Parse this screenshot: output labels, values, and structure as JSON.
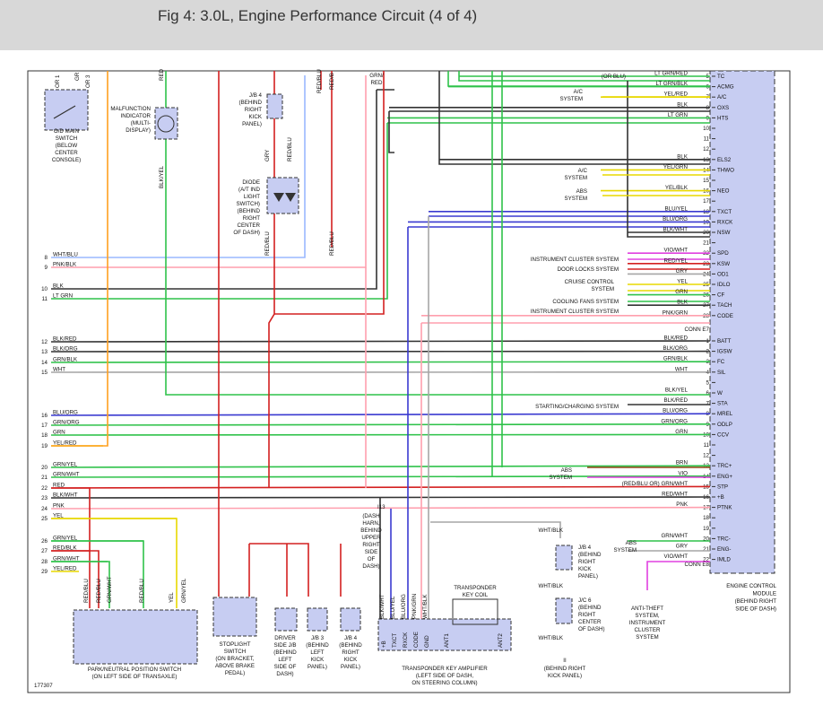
{
  "title": "Fig 4: 3.0L, Engine Performance Circuit (4 of 4)",
  "figure_number": "177307",
  "colors": {
    "title_bar": "#d8d8d8",
    "ecm_fill": "#c7cdf2",
    "wire_black": "#333333",
    "wire_green": "#2fc24a",
    "wire_yellow": "#e8d800",
    "wire_red": "#d42020",
    "wire_blue": "#3a3ad0",
    "wire_brown": "#8b4513",
    "wire_pink": "#ff9fae",
    "wire_violet": "#e040e0",
    "wire_orange": "#ffa020",
    "wire_gray": "#a6a6a6",
    "wire_lightblue": "#9ab8ff"
  },
  "ecm": {
    "label": "ENGINE CONTROL MODULE (BEHIND RIGHT SIDE OF DASH)",
    "connector_e7": "CONN E7",
    "connector_e8": "CONN E8",
    "pins_top": [
      {
        "pin": "5",
        "color": "LT GRN/RED",
        "signal": "TC"
      },
      {
        "pin": "6",
        "color": "LT GRN/BLK",
        "signal": "ACMG"
      },
      {
        "pin": "7",
        "color": "YEL/RED",
        "signal": "A/C"
      },
      {
        "pin": "8",
        "color": "BLK",
        "signal": "OXS"
      },
      {
        "pin": "9",
        "color": "LT GRN",
        "signal": "HTS"
      },
      {
        "pin": "10",
        "color": "",
        "signal": ""
      },
      {
        "pin": "11",
        "color": "",
        "signal": ""
      },
      {
        "pin": "12",
        "color": "",
        "signal": ""
      },
      {
        "pin": "13",
        "color": "BLK",
        "signal": "ELS2"
      },
      {
        "pin": "14",
        "color": "YEL/GRN",
        "signal": "THWO"
      },
      {
        "pin": "15",
        "color": "",
        "signal": ""
      },
      {
        "pin": "16",
        "color": "YEL/BLK",
        "signal": "NEO"
      },
      {
        "pin": "17",
        "color": "",
        "signal": ""
      },
      {
        "pin": "18",
        "color": "BLU/YEL",
        "signal": "TXCT"
      },
      {
        "pin": "19",
        "color": "BLU/ORG",
        "signal": "RXCK"
      },
      {
        "pin": "20",
        "color": "BLK/WHT",
        "signal": "NSW"
      },
      {
        "pin": "21",
        "color": "",
        "signal": ""
      },
      {
        "pin": "22",
        "color": "VIO/WHT",
        "signal": "SPD"
      },
      {
        "pin": "23",
        "color": "RED/YEL",
        "signal": "KSW"
      },
      {
        "pin": "24",
        "color": "GRY",
        "signal": "OD1"
      },
      {
        "pin": "25",
        "color": "YEL",
        "signal": "IDLO"
      },
      {
        "pin": "26",
        "color": "GRN",
        "signal": "CF"
      },
      {
        "pin": "27",
        "color": "BLK",
        "signal": "TACH"
      },
      {
        "pin": "28",
        "color": "PNK/GRN",
        "signal": "CODE"
      }
    ],
    "pins_e7": [
      {
        "pin": "1",
        "color": "BLK/RED",
        "signal": "BATT"
      },
      {
        "pin": "2",
        "color": "BLK/ORG",
        "signal": "IGSW"
      },
      {
        "pin": "3",
        "color": "GRN/BLK",
        "signal": "FC"
      },
      {
        "pin": "4",
        "color": "WHT",
        "signal": "SIL"
      },
      {
        "pin": "5",
        "color": "",
        "signal": ""
      },
      {
        "pin": "6",
        "color": "BLK/YEL",
        "signal": "W"
      },
      {
        "pin": "7",
        "color": "BLK/RED",
        "signal": "STA"
      },
      {
        "pin": "8",
        "color": "BLU/ORG",
        "signal": "MREL"
      },
      {
        "pin": "9",
        "color": "GRN/ORG",
        "signal": "ODLP"
      },
      {
        "pin": "10",
        "color": "GRN",
        "signal": "CCV"
      },
      {
        "pin": "11",
        "color": "",
        "signal": ""
      },
      {
        "pin": "12",
        "color": "",
        "signal": ""
      },
      {
        "pin": "13",
        "color": "BRN",
        "signal": "TRC+"
      },
      {
        "pin": "14",
        "color": "VIO",
        "signal": "ENG+"
      },
      {
        "pin": "15",
        "color": "(RED/BLU OR) GRN/WHT",
        "signal": "STP"
      },
      {
        "pin": "16",
        "color": "RED/WHT",
        "signal": "+B"
      },
      {
        "pin": "17",
        "color": "PNK",
        "signal": "PTNK"
      },
      {
        "pin": "18",
        "color": "",
        "signal": ""
      },
      {
        "pin": "19",
        "color": "",
        "signal": ""
      },
      {
        "pin": "20",
        "color": "GRN/WHT",
        "signal": "TRC-"
      },
      {
        "pin": "21",
        "color": "GRY",
        "signal": "ENG-"
      },
      {
        "pin": "22",
        "color": "VIO/WHT",
        "signal": "IMLD"
      }
    ]
  },
  "right_systems": {
    "or_blu": "(OR BLU)",
    "ac_system": "A/C SYSTEM",
    "ac_system2": "A/C SYSTEM",
    "abs_system": "ABS SYSTEM",
    "instrument_cluster_1": "INSTRUMENT CLUSTER SYSTEM",
    "door_locks": "DOOR LOCKS SYSTEM",
    "cruise_control": "CRUISE CONTROL SYSTEM",
    "cooling_fans": "COOLING FANS SYSTEM",
    "instrument_cluster_2": "INSTRUMENT CLUSTER SYSTEM",
    "starting_charging": "STARTING/CHARGING SYSTEM",
    "abs_system_2": "ABS SYSTEM",
    "abs_system_3": "ABS SYSTEM",
    "anti_theft": "ANTI-THEFT SYSTEM, INSTRUMENT CLUSTER SYSTEM"
  },
  "left_wires": [
    {
      "n": "8",
      "color": "WHT/BLU"
    },
    {
      "n": "9",
      "color": "PNK/BLK"
    },
    {
      "n": "10",
      "color": "BLK"
    },
    {
      "n": "11",
      "color": "LT GRN"
    },
    {
      "n": "12",
      "color": "BLK/RED"
    },
    {
      "n": "13",
      "color": "BLK/ORG"
    },
    {
      "n": "14",
      "color": "GRN/BLK"
    },
    {
      "n": "15",
      "color": "WHT"
    },
    {
      "n": "16",
      "color": "BLU/ORG"
    },
    {
      "n": "17",
      "color": "GRN/ORG"
    },
    {
      "n": "18",
      "color": "GRN"
    },
    {
      "n": "19",
      "color": "YEL/RED"
    },
    {
      "n": "20",
      "color": "GRN/YEL"
    },
    {
      "n": "21",
      "color": "GRN/WHT"
    },
    {
      "n": "22",
      "color": "RED"
    },
    {
      "n": "23",
      "color": "BLK/WHT"
    },
    {
      "n": "24",
      "color": "PNK"
    },
    {
      "n": "25",
      "color": "YEL"
    },
    {
      "n": "26",
      "color": "GRN/YEL"
    },
    {
      "n": "27",
      "color": "RED/BLK"
    },
    {
      "n": "28",
      "color": "GRN/WHT"
    },
    {
      "n": "29",
      "color": "YEL/RED"
    }
  ],
  "components": {
    "od_main_switch": "O/D MAIN SWITCH (BELOW CENTER CONSOLE)",
    "mil": "MALFUNCTION INDICATOR (MULTI-DISPLAY)",
    "jb4_top": "J/B 4 (BEHIND RIGHT KICK PANEL)",
    "diode": "DIODE (A/T IND LIGHT SWITCH) (BEHIND RIGHT CENTER OF DASH)",
    "i13_note": "(DASH HARN, BEHIND UPPER RIGHT SIDE OF DASH)",
    "i13": "I13",
    "pnp_switch": "PARK/NEUTRAL POSITION SWITCH (ON LEFT SIDE OF TRANSAXLE)",
    "stoplight_switch": "STOPLIGHT SWITCH (ON BRACKET, ABOVE BRAKE PEDAL)",
    "driver_jb": "DRIVER SIDE J/B (BEHIND LEFT SIDE OF DASH)",
    "jb3": "J/B 3 (BEHIND LEFT KICK PANEL)",
    "jb4_bottom": "J/B 4 (BEHIND RIGHT KICK PANEL)",
    "transponder_amp": "TRANSPONDER KEY AMPLIFIER (LEFT SIDE OF DASH, ON STEERING COLUMN)",
    "transponder_coil": "TRANSPONDER KEY COIL",
    "jb4_right": "J/B 4 (BEHIND RIGHT KICK PANEL)",
    "jc6": "J/C 6 (BEHIND RIGHT CENTER OF DASH)",
    "ground_ii": "II",
    "ground_loc": "(BEHIND RIGHT KICK PANEL)",
    "wht_blk_1": "WHT/BLK",
    "wht_blk_2": "WHT/BLK",
    "wht_blk_3": "WHT/BLK"
  },
  "top_wire_labels": {
    "grn_red": "GRN/ RED",
    "red_blu_1": "RED/BLU",
    "red_blu_2": "RED/BLU",
    "red_b": "RED/B",
    "red": "RED",
    "gry": "GRY",
    "red_blu_vert": "RED/BLU",
    "red_blu_low": "RED/BLU",
    "blk_yel": "BLK/YEL",
    "gr": "GR",
    "or1": "OR 1",
    "or3": "OR 3"
  },
  "amp_pins": [
    "+B",
    "TXCT",
    "RXCK",
    "CODE",
    "GND",
    "ANT1",
    "ANT2"
  ],
  "amp_wires": [
    "BLK/WHT",
    "BLU/YEL",
    "BLU/ORG",
    "PNK/GRN",
    "WHT/BLK"
  ],
  "pnp_wires": [
    "RED/BLU",
    "RED/BLU",
    "GRN/WHT",
    "RED/BLU",
    "YEL",
    "GRN/YEL"
  ]
}
